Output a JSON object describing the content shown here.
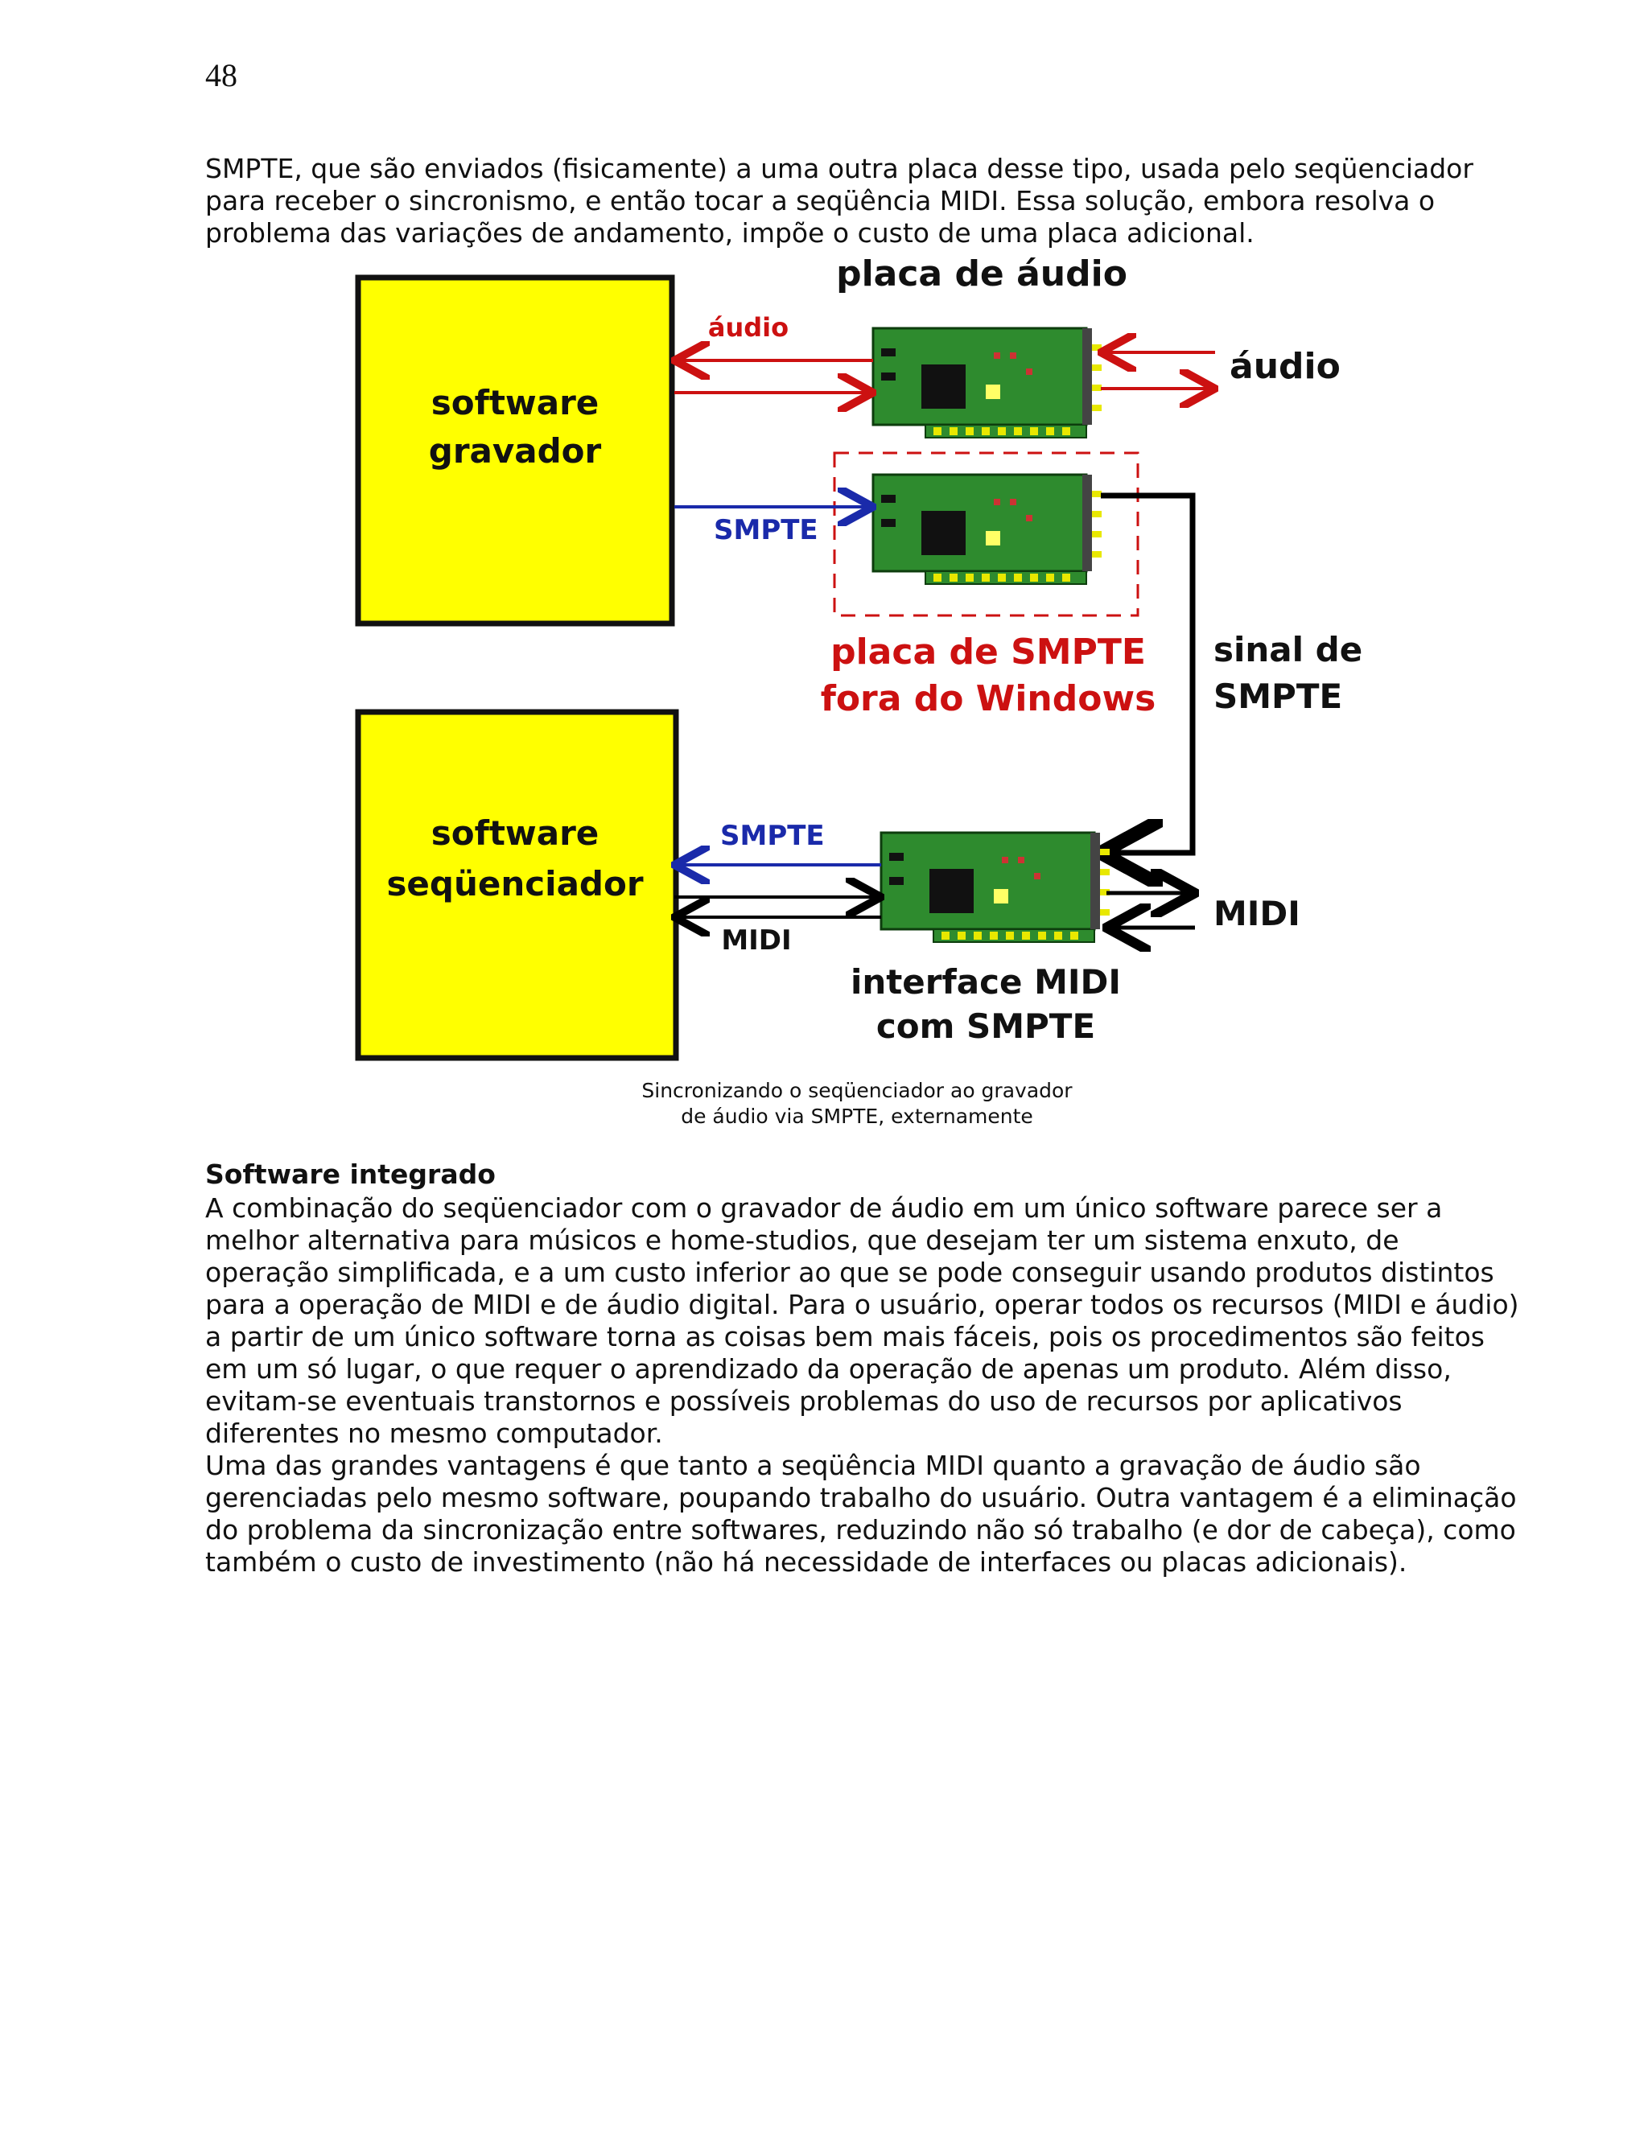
{
  "page_number": "48",
  "intro_paragraph": "SMPTE, que são enviados (fisicamente) a uma outra placa desse tipo, usada pelo seqüenciador para receber o sincronismo, e então tocar a seqüência MIDI. Essa solução, embora resolva o problema das variações de andamento, impõe o custo de uma placa adicional.",
  "figure": {
    "box_recorder": [
      "software",
      "gravador"
    ],
    "box_sequencer": [
      "software",
      "seqüenciador"
    ],
    "audio_card_title": "placa de áudio",
    "audio_arrow_label": "áudio",
    "audio_out_label": "áudio",
    "smpte_upper_label": "SMPTE",
    "smpte_card_label": [
      "placa de SMPTE",
      "fora do Windows"
    ],
    "signal_label": [
      "sinal de",
      "SMPTE"
    ],
    "smpte_lower_label": "SMPTE",
    "midi_left_label": "MIDI",
    "midi_right_label": "MIDI",
    "interface_label": [
      "interface MIDI",
      "com SMPTE"
    ],
    "colors": {
      "box_fill": "#ffff00",
      "card_green": "#2e8b2e",
      "red": "#cc1111",
      "blue": "#1a2aaa",
      "black": "#000000"
    }
  },
  "caption": [
    "Sincronizando o seqüenciador ao gravador",
    "de áudio via SMPTE, externamente"
  ],
  "section_heading": "Software integrado",
  "paragraph_1": "A combinação do seqüenciador com o gravador de áudio em um único software parece ser a melhor alternativa para músicos e home-studios, que desejam ter um sistema enxuto, de operação simplificada, e a um custo inferior ao que se pode conseguir usando produtos distintos para a operação de MIDI e de áudio digital. Para o usuário, operar todos os recursos (MIDI e áudio) a partir de um único software torna as coisas bem mais fáceis, pois os procedimentos são feitos em um só lugar, o que requer o aprendizado da operação de apenas um produto. Além disso, evitam-se eventuais transtornos e possíveis problemas do uso de recursos por aplicativos diferentes no mesmo computador.",
  "paragraph_2": "Uma das grandes vantagens é que tanto a seqüência MIDI quanto a gravação de áudio são gerenciadas pelo mesmo software, poupando trabalho do usuário. Outra vantagem é a eliminação do problema da sincronização entre softwares, reduzindo não só trabalho (e dor de cabeça), como também o custo de investimento (não há necessidade de interfaces ou placas adicionais)."
}
